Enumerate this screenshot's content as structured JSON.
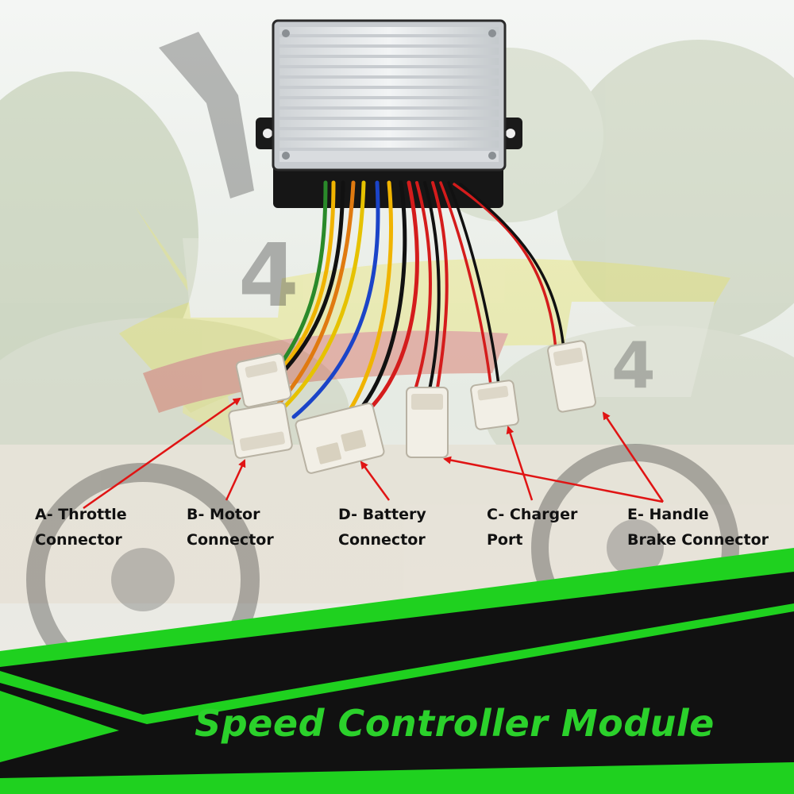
{
  "labels": {
    "throttle": [
      "A- Throttle",
      "Connector"
    ],
    "motor": [
      "B- Motor",
      "Connector"
    ],
    "battery": [
      "D- Battery",
      "Connector"
    ],
    "charger": [
      "C- Charger",
      "Port"
    ],
    "brake": [
      "E- Handle",
      "Brake Connector"
    ]
  },
  "background_number": "4",
  "footer_title": "Speed Controller Module",
  "colors": {
    "accent_green": "#2bd12b",
    "arrow_red": "#e01414",
    "banner_black": "#111111"
  }
}
